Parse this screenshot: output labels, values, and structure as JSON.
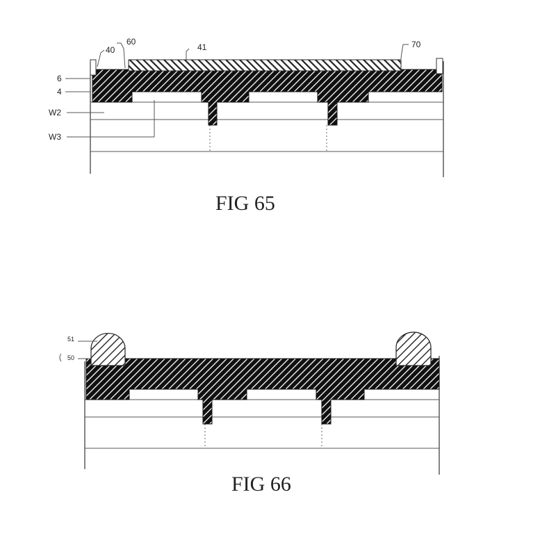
{
  "figures": [
    {
      "caption": "FIG 65",
      "labels": {
        "l40": "40",
        "l60": "60",
        "l41": "41",
        "l70": "70",
        "l6": "6",
        "l4": "4",
        "lW2": "W2",
        "lW3": "W3"
      }
    },
    {
      "caption": "FIG 66",
      "labels": {
        "l51": "51",
        "l50": "50"
      }
    }
  ]
}
